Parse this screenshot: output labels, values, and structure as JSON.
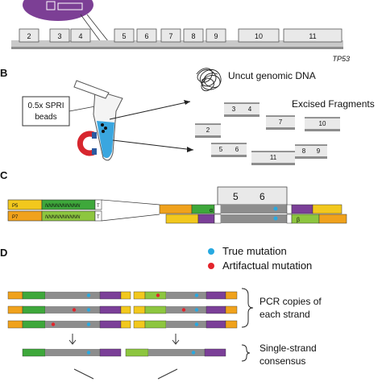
{
  "colors": {
    "exon_box": "#e9e9e9",
    "strand": "#8d8d8d",
    "p5_yellow": "#f2c81d",
    "p7_orange": "#f0a21c",
    "barcode_green": "#3ea83b",
    "light_green": "#8dc63f",
    "purple": "#7b3f98",
    "true_mutation": "#27a9e1",
    "artifactual_mutation": "#e3242b",
    "liquid_blue": "#3aa6df",
    "logo_purple": "#7c3f95"
  },
  "panel_a": {
    "exons": [
      "2",
      "3",
      "4",
      "5",
      "6",
      "7",
      "8",
      "9",
      "10",
      "11"
    ],
    "gene_label": "TP53"
  },
  "panel_b": {
    "panel_letter": "B",
    "spri_label": "0.5x SPRI beads",
    "uncut_label": "Uncut genomic DNA",
    "excised_label": "Excised Fragments",
    "fragment_labels": [
      "3",
      "4",
      "2",
      "7",
      "10",
      "5",
      "6",
      "11",
      "8",
      "9"
    ]
  },
  "panel_c": {
    "panel_letter": "C",
    "adapter_labels": [
      "P5",
      "P7"
    ],
    "barcode_text": "NNNNNNNNNN",
    "tail_letter": "T",
    "alpha_label": "α",
    "beta_label": "β",
    "exon_labels": [
      "5",
      "6"
    ]
  },
  "panel_d": {
    "panel_letter": "D",
    "legend": [
      {
        "label": "True mutation",
        "color": "#27a9e1"
      },
      {
        "label": "Artifactual mutation",
        "color": "#e3242b"
      }
    ],
    "pcr_label_line1": "PCR copies of",
    "pcr_label_line2": "each strand",
    "ssc_label_line1": "Single-strand",
    "ssc_label_line2": "consensus"
  }
}
